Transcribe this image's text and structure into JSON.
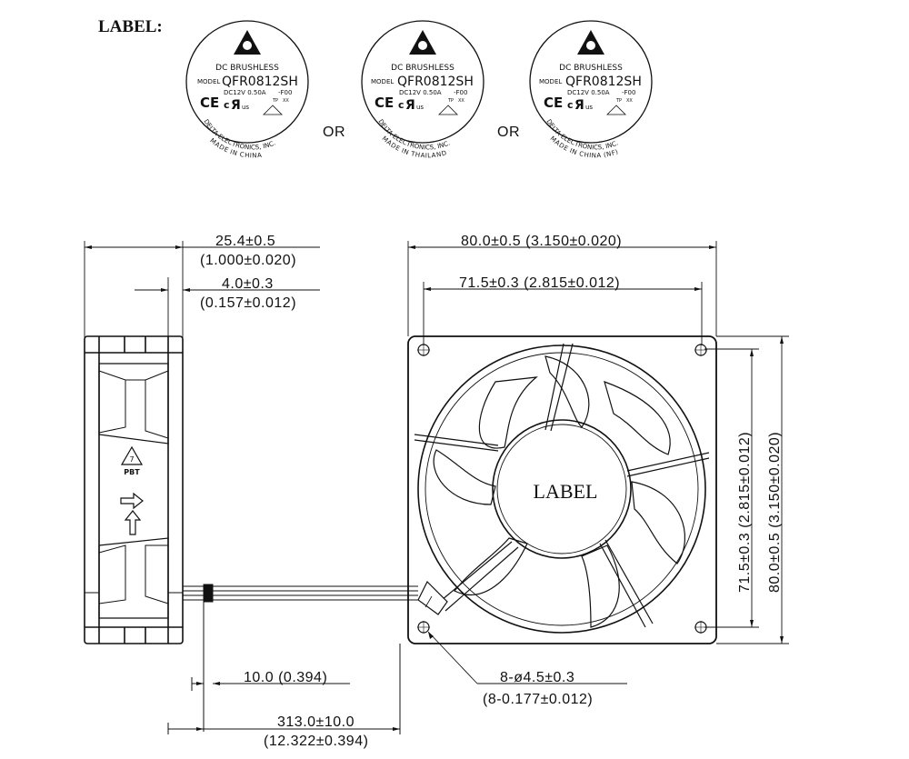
{
  "header": {
    "title": "LABEL:",
    "or_1": "OR",
    "or_2": "OR"
  },
  "labels": [
    {
      "line1": "DC BRUSHLESS",
      "model_prefix": "MODEL",
      "model": "QFR0812SH",
      "rating": "DC12V  0.50A",
      "suffix": "-F00",
      "tp": "TP",
      "xx": "XX",
      "maker": "DELTA ELECTRONICS, INC.",
      "origin": "MADE IN CHINA"
    },
    {
      "line1": "DC BRUSHLESS",
      "model_prefix": "MODEL",
      "model": "QFR0812SH",
      "rating": "DC12V  0.50A",
      "suffix": "-F00",
      "tp": "TP",
      "xx": "XX",
      "maker": "DELTA ELECTRONICS, INC.",
      "origin": "MADE IN THAILAND"
    },
    {
      "line1": "DC BRUSHLESS",
      "model_prefix": "MODEL",
      "model": "QFR0812SH",
      "rating": "DC12V  0.50A",
      "suffix": "-F00",
      "tp": "TP",
      "xx": "XX",
      "maker": "DELTA ELECTRONICS, INC.",
      "origin": "MADE IN CHINA (NF)"
    }
  ],
  "dimensions": {
    "depth": "25.4±0.5",
    "depth_in": "(1.000±0.020)",
    "flange": "4.0±0.3",
    "flange_in": "(0.157±0.012)",
    "width": "80.0±0.5  (3.150±0.020)",
    "hole_pitch": "71.5±0.3  (2.815±0.012)",
    "height_v": "80.0±0.5  (3.150±0.020)",
    "hole_pitch_v": "71.5±0.3  (2.815±0.012)",
    "strip": "10.0  (0.394)",
    "holes": "8-ø4.5±0.3",
    "holes_in": "(8-0.177±0.012)",
    "lead": "313.0±10.0",
    "lead_in": "(12.322±0.394)"
  },
  "side_view": {
    "recycle_code": "7",
    "material": "PBT"
  },
  "hub": {
    "label": "LABEL"
  }
}
